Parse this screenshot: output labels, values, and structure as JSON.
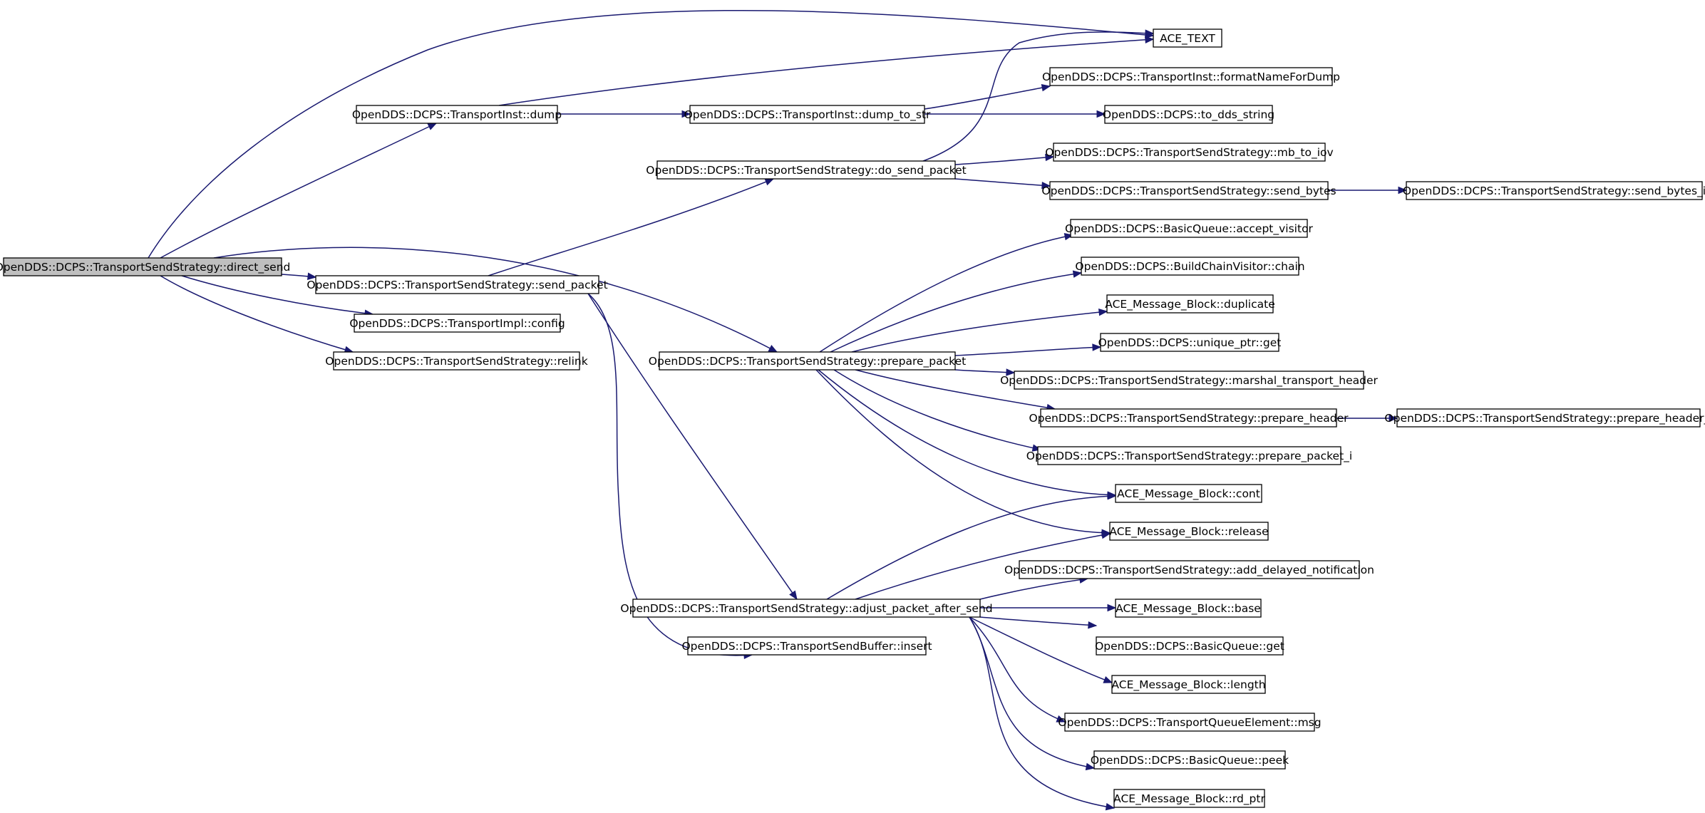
{
  "graph": {
    "nodes": [
      {
        "id": "direct_send",
        "label": "OpenDDS::DCPS::TransportSendStrategy::direct_send",
        "root": true
      },
      {
        "id": "ace_text",
        "label": "ACE_TEXT"
      },
      {
        "id": "ti_dump",
        "label": "OpenDDS::DCPS::TransportInst::dump"
      },
      {
        "id": "ti_dump_to_str",
        "label": "OpenDDS::DCPS::TransportInst::dump_to_str"
      },
      {
        "id": "ti_format",
        "label": "OpenDDS::DCPS::TransportInst::formatNameForDump"
      },
      {
        "id": "to_dds_string",
        "label": "OpenDDS::DCPS::to_dds_string"
      },
      {
        "id": "do_send_packet",
        "label": "OpenDDS::DCPS::TransportSendStrategy::do_send_packet"
      },
      {
        "id": "mb_to_iov",
        "label": "OpenDDS::DCPS::TransportSendStrategy::mb_to_iov"
      },
      {
        "id": "send_bytes",
        "label": "OpenDDS::DCPS::TransportSendStrategy::send_bytes"
      },
      {
        "id": "send_bytes_i",
        "label": "OpenDDS::DCPS::TransportSendStrategy::send_bytes_i"
      },
      {
        "id": "accept_visitor",
        "label": "OpenDDS::DCPS::BasicQueue::accept_visitor"
      },
      {
        "id": "chain",
        "label": "OpenDDS::DCPS::BuildChainVisitor::chain"
      },
      {
        "id": "send_packet",
        "label": "OpenDDS::DCPS::TransportSendStrategy::send_packet"
      },
      {
        "id": "duplicate",
        "label": "ACE_Message_Block::duplicate"
      },
      {
        "id": "config",
        "label": "OpenDDS::DCPS::TransportImpl::config"
      },
      {
        "id": "up_get",
        "label": "OpenDDS::DCPS::unique_ptr::get"
      },
      {
        "id": "relink",
        "label": "OpenDDS::DCPS::TransportSendStrategy::relink"
      },
      {
        "id": "prepare_packet",
        "label": "OpenDDS::DCPS::TransportSendStrategy::prepare_packet"
      },
      {
        "id": "marshal",
        "label": "OpenDDS::DCPS::TransportSendStrategy::marshal_transport_header"
      },
      {
        "id": "prepare_header",
        "label": "OpenDDS::DCPS::TransportSendStrategy::prepare_header"
      },
      {
        "id": "prepare_header_i",
        "label": "OpenDDS::DCPS::TransportSendStrategy::prepare_header_i"
      },
      {
        "id": "prepare_packet_i",
        "label": "OpenDDS::DCPS::TransportSendStrategy::prepare_packet_i"
      },
      {
        "id": "cont",
        "label": "ACE_Message_Block::cont"
      },
      {
        "id": "release",
        "label": "ACE_Message_Block::release"
      },
      {
        "id": "add_delayed",
        "label": "OpenDDS::DCPS::TransportSendStrategy::add_delayed_notification"
      },
      {
        "id": "adjust",
        "label": "OpenDDS::DCPS::TransportSendStrategy::adjust_packet_after_send"
      },
      {
        "id": "base",
        "label": "ACE_Message_Block::base"
      },
      {
        "id": "insert",
        "label": "OpenDDS::DCPS::TransportSendBuffer::insert"
      },
      {
        "id": "bq_get",
        "label": "OpenDDS::DCPS::BasicQueue::get"
      },
      {
        "id": "length",
        "label": "ACE_Message_Block::length"
      },
      {
        "id": "msg",
        "label": "OpenDDS::DCPS::TransportQueueElement::msg"
      },
      {
        "id": "peek",
        "label": "OpenDDS::DCPS::BasicQueue::peek"
      },
      {
        "id": "rd_ptr",
        "label": "ACE_Message_Block::rd_ptr"
      }
    ],
    "edges": [
      [
        "direct_send",
        "ace_text"
      ],
      [
        "direct_send",
        "ti_dump"
      ],
      [
        "direct_send",
        "send_packet"
      ],
      [
        "direct_send",
        "config"
      ],
      [
        "direct_send",
        "relink"
      ],
      [
        "direct_send",
        "prepare_packet"
      ],
      [
        "ti_dump",
        "ace_text"
      ],
      [
        "ti_dump",
        "ti_dump_to_str"
      ],
      [
        "ti_dump_to_str",
        "ti_format"
      ],
      [
        "ti_dump_to_str",
        "to_dds_string"
      ],
      [
        "send_packet",
        "do_send_packet"
      ],
      [
        "send_packet",
        "adjust"
      ],
      [
        "send_packet",
        "insert"
      ],
      [
        "do_send_packet",
        "ace_text"
      ],
      [
        "do_send_packet",
        "mb_to_iov"
      ],
      [
        "do_send_packet",
        "send_bytes"
      ],
      [
        "send_bytes",
        "send_bytes_i"
      ],
      [
        "prepare_packet",
        "accept_visitor"
      ],
      [
        "prepare_packet",
        "chain"
      ],
      [
        "prepare_packet",
        "duplicate"
      ],
      [
        "prepare_packet",
        "up_get"
      ],
      [
        "prepare_packet",
        "marshal"
      ],
      [
        "prepare_packet",
        "prepare_header"
      ],
      [
        "prepare_packet",
        "prepare_packet_i"
      ],
      [
        "prepare_packet",
        "cont"
      ],
      [
        "prepare_packet",
        "release"
      ],
      [
        "prepare_header",
        "prepare_header_i"
      ],
      [
        "adjust",
        "cont"
      ],
      [
        "adjust",
        "release"
      ],
      [
        "adjust",
        "add_delayed"
      ],
      [
        "adjust",
        "base"
      ],
      [
        "adjust",
        "bq_get"
      ],
      [
        "adjust",
        "length"
      ],
      [
        "adjust",
        "msg"
      ],
      [
        "adjust",
        "peek"
      ],
      [
        "adjust",
        "rd_ptr"
      ]
    ]
  }
}
